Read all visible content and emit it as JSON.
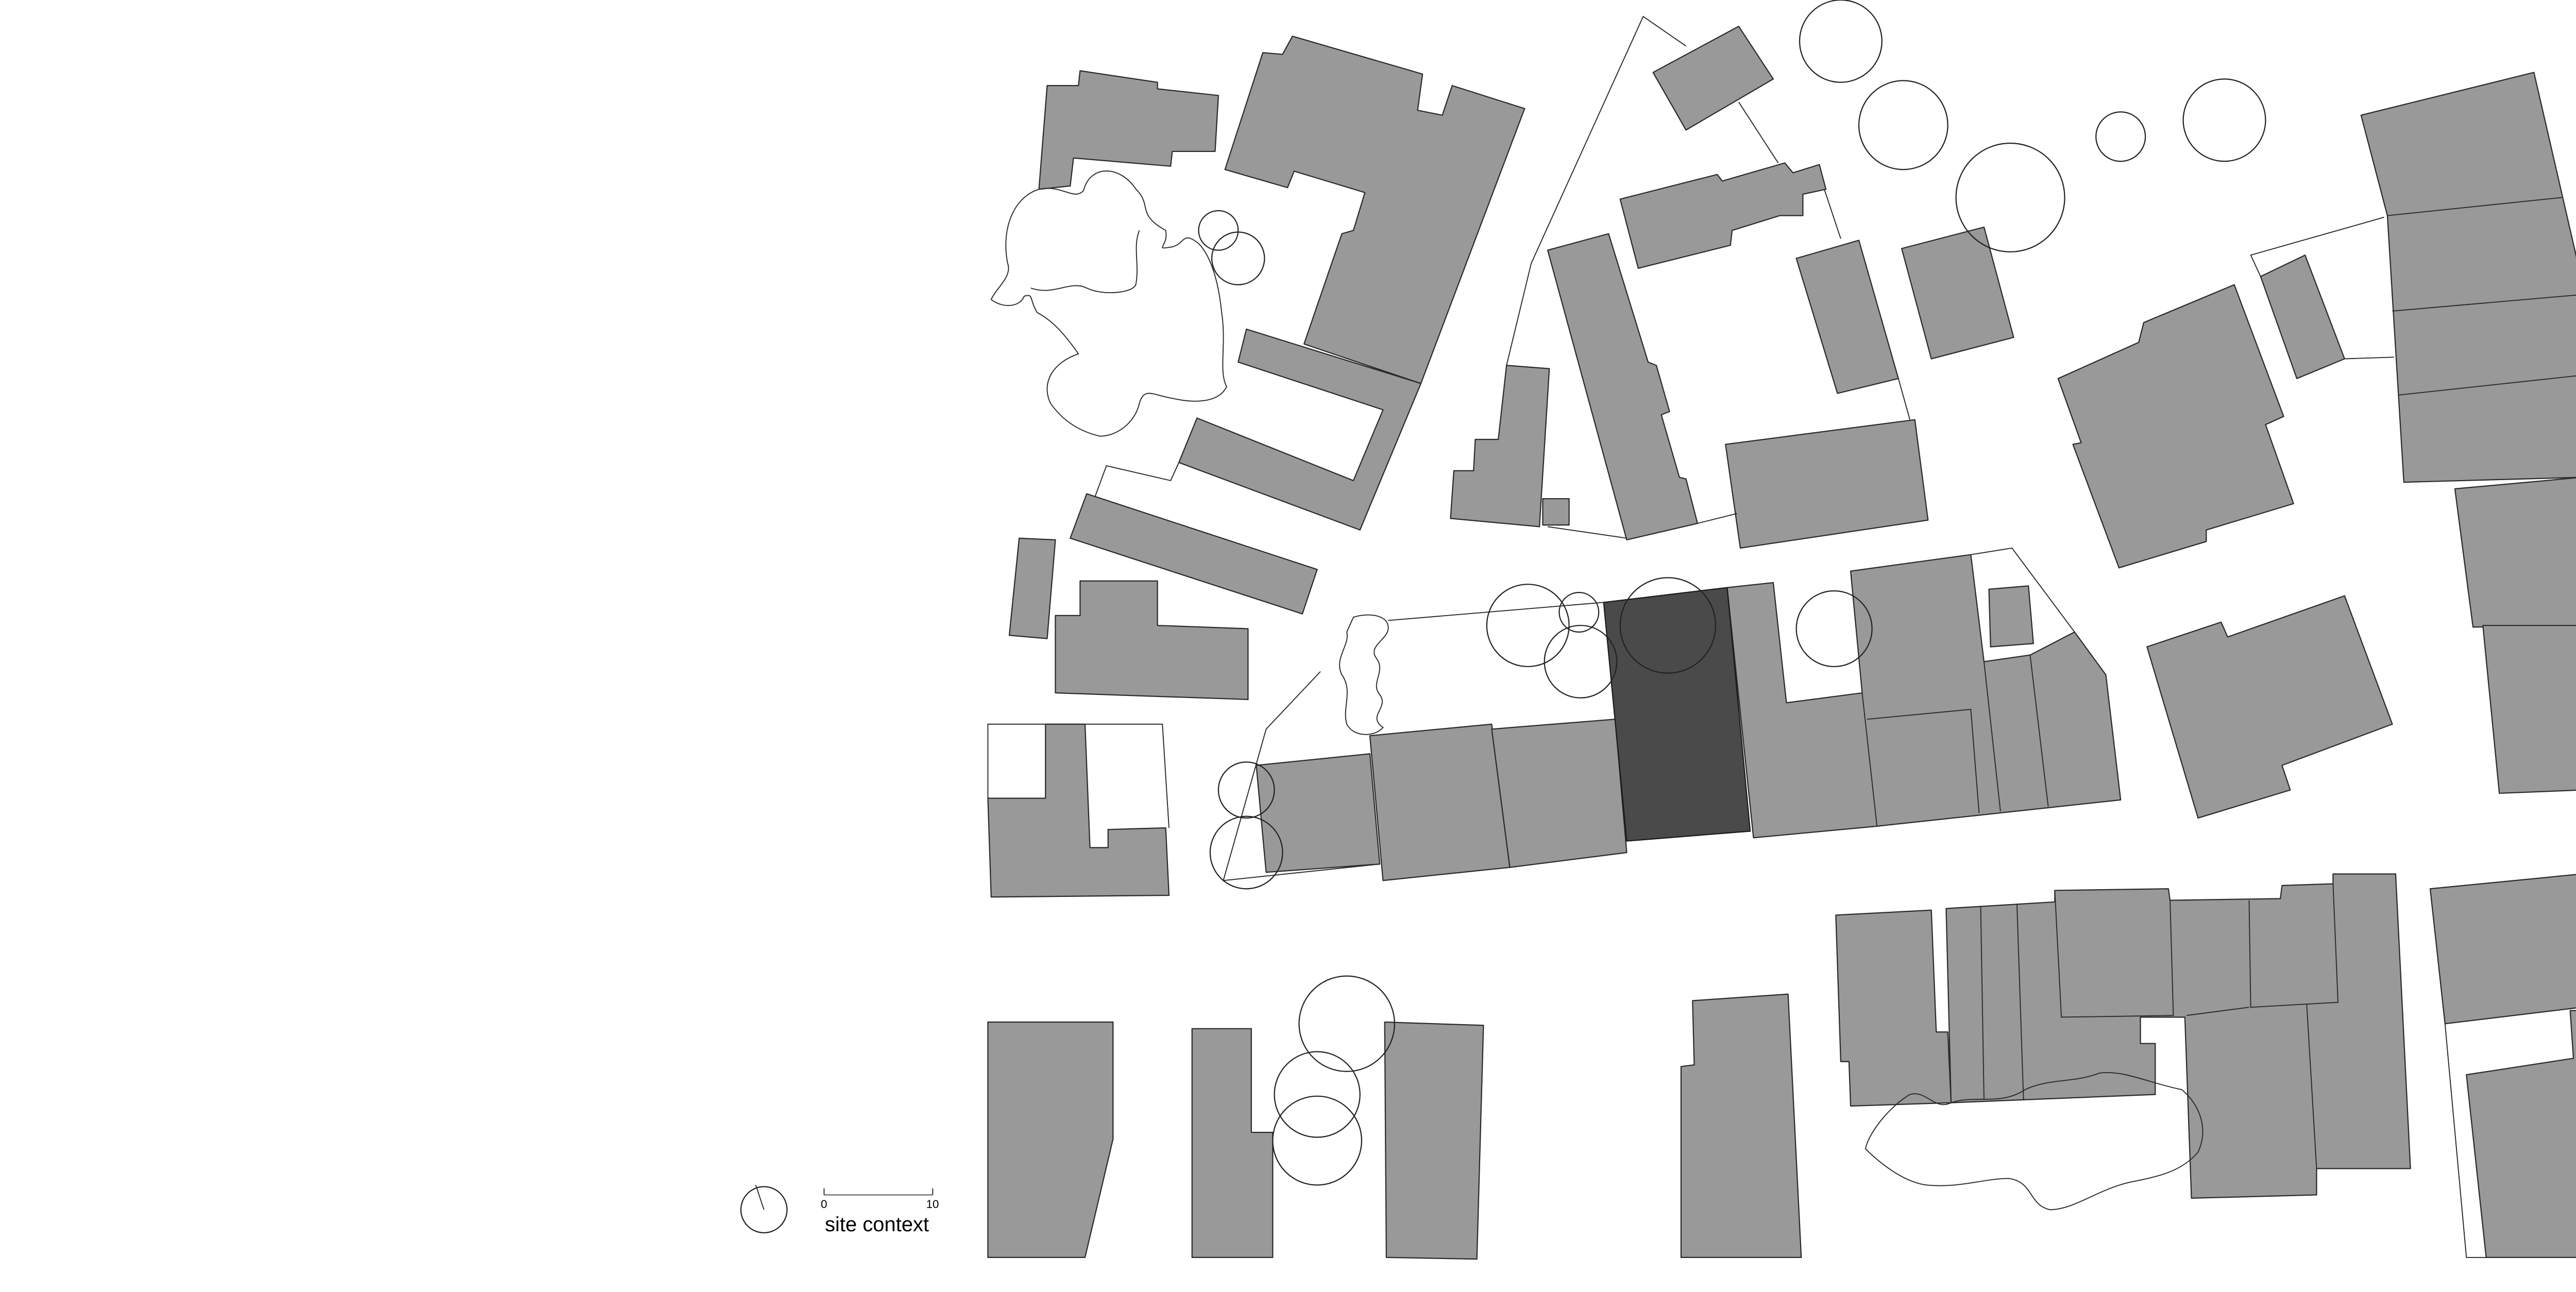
{
  "title": "site context",
  "scale_bar": {
    "start_label": "0",
    "end_label": "10"
  },
  "icons": {
    "north_arrow": "north-arrow-icon"
  },
  "colors": {
    "building": "#999999",
    "site_building": "#4a4a4a",
    "background": "#ffffff",
    "line": "#2a2a2a"
  }
}
